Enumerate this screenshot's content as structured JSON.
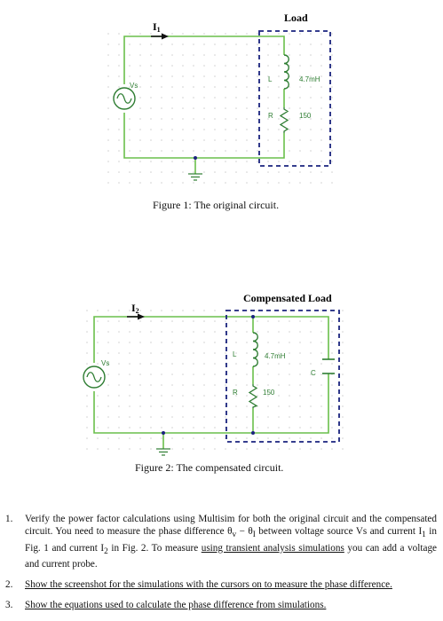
{
  "figure1": {
    "current_label": "I",
    "current_sub": "1",
    "load_title": "Load",
    "source_label": "Vs",
    "inductor_label": "L",
    "inductor_value": "4.7mH",
    "resistor_label": "R",
    "resistor_value": "150",
    "caption": "Figure 1: The original circuit."
  },
  "figure2": {
    "current_label": "I",
    "current_sub": "2",
    "load_title": "Compensated Load",
    "source_label": "Vs",
    "inductor_label": "L",
    "inductor_value": "4.7mH",
    "resistor_label": "R",
    "resistor_value": "150",
    "capacitor_label": "C",
    "caption": "Figure 2: The compensated circuit."
  },
  "tasks": [
    {
      "num": "1.",
      "text_a": "Verify the power factor calculations using Multisim for both the original circuit and the compensated circuit. You need to measure the phase difference θ",
      "sub_v": "v",
      "text_b": " − θ",
      "sub_i": "I",
      "text_c": " between voltage source Vs and current I",
      "sub_1": "1",
      "text_d": " in Fig. 1 and current I",
      "sub_2": "2",
      "text_e": " in Fig. 2. To measure ",
      "underlined": "using transient analysis simulations",
      "text_f": " you can add a voltage and current probe."
    },
    {
      "num": "2.",
      "text": "Show the screenshot for the simulations with the cursors on to measure the phase difference."
    },
    {
      "num": "3.",
      "text": "Show the equations used to calculate the phase difference from simulations."
    }
  ],
  "colors": {
    "wire": "#6abf4b",
    "dashed_box": "#1a237e",
    "grid_dot": "#c8c8c8",
    "component": "#2e7d32"
  }
}
